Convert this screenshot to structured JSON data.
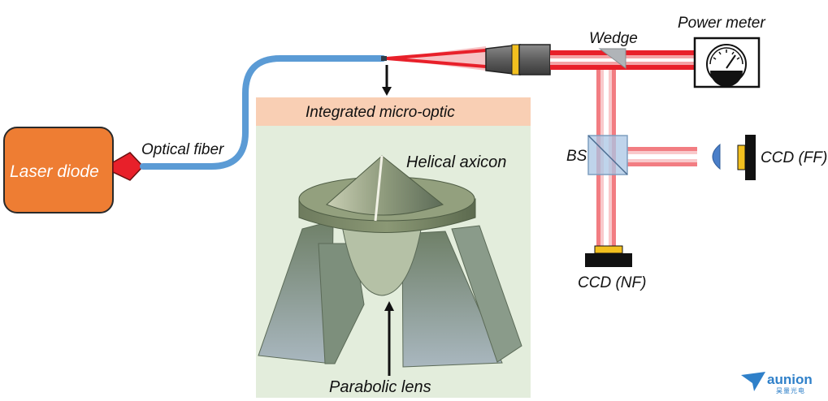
{
  "labels": {
    "laser_diode": "Laser diode",
    "optical_fiber": "Optical fiber",
    "integrated_micro_optic": "Integrated micro-optic",
    "helical_axicon": "Helical axicon",
    "parabolic_lens": "Parabolic lens",
    "wedge": "Wedge",
    "power_meter": "Power meter",
    "bs": "BS",
    "ccd_ff": "CCD (FF)",
    "ccd_nf": "CCD (NF)"
  },
  "logo": {
    "name": "aunion",
    "subtitle": "昊量光电"
  },
  "colors": {
    "laser_diode": "#ee7d33",
    "fiber": "#5b9bd5",
    "beam": "#e8202a",
    "beam_light": "#f4a3a6",
    "panel_bg": "#e3eddc",
    "header_bg": "#f9cfb4",
    "detector": "#f2c01f",
    "logo": "#2f80c9"
  }
}
